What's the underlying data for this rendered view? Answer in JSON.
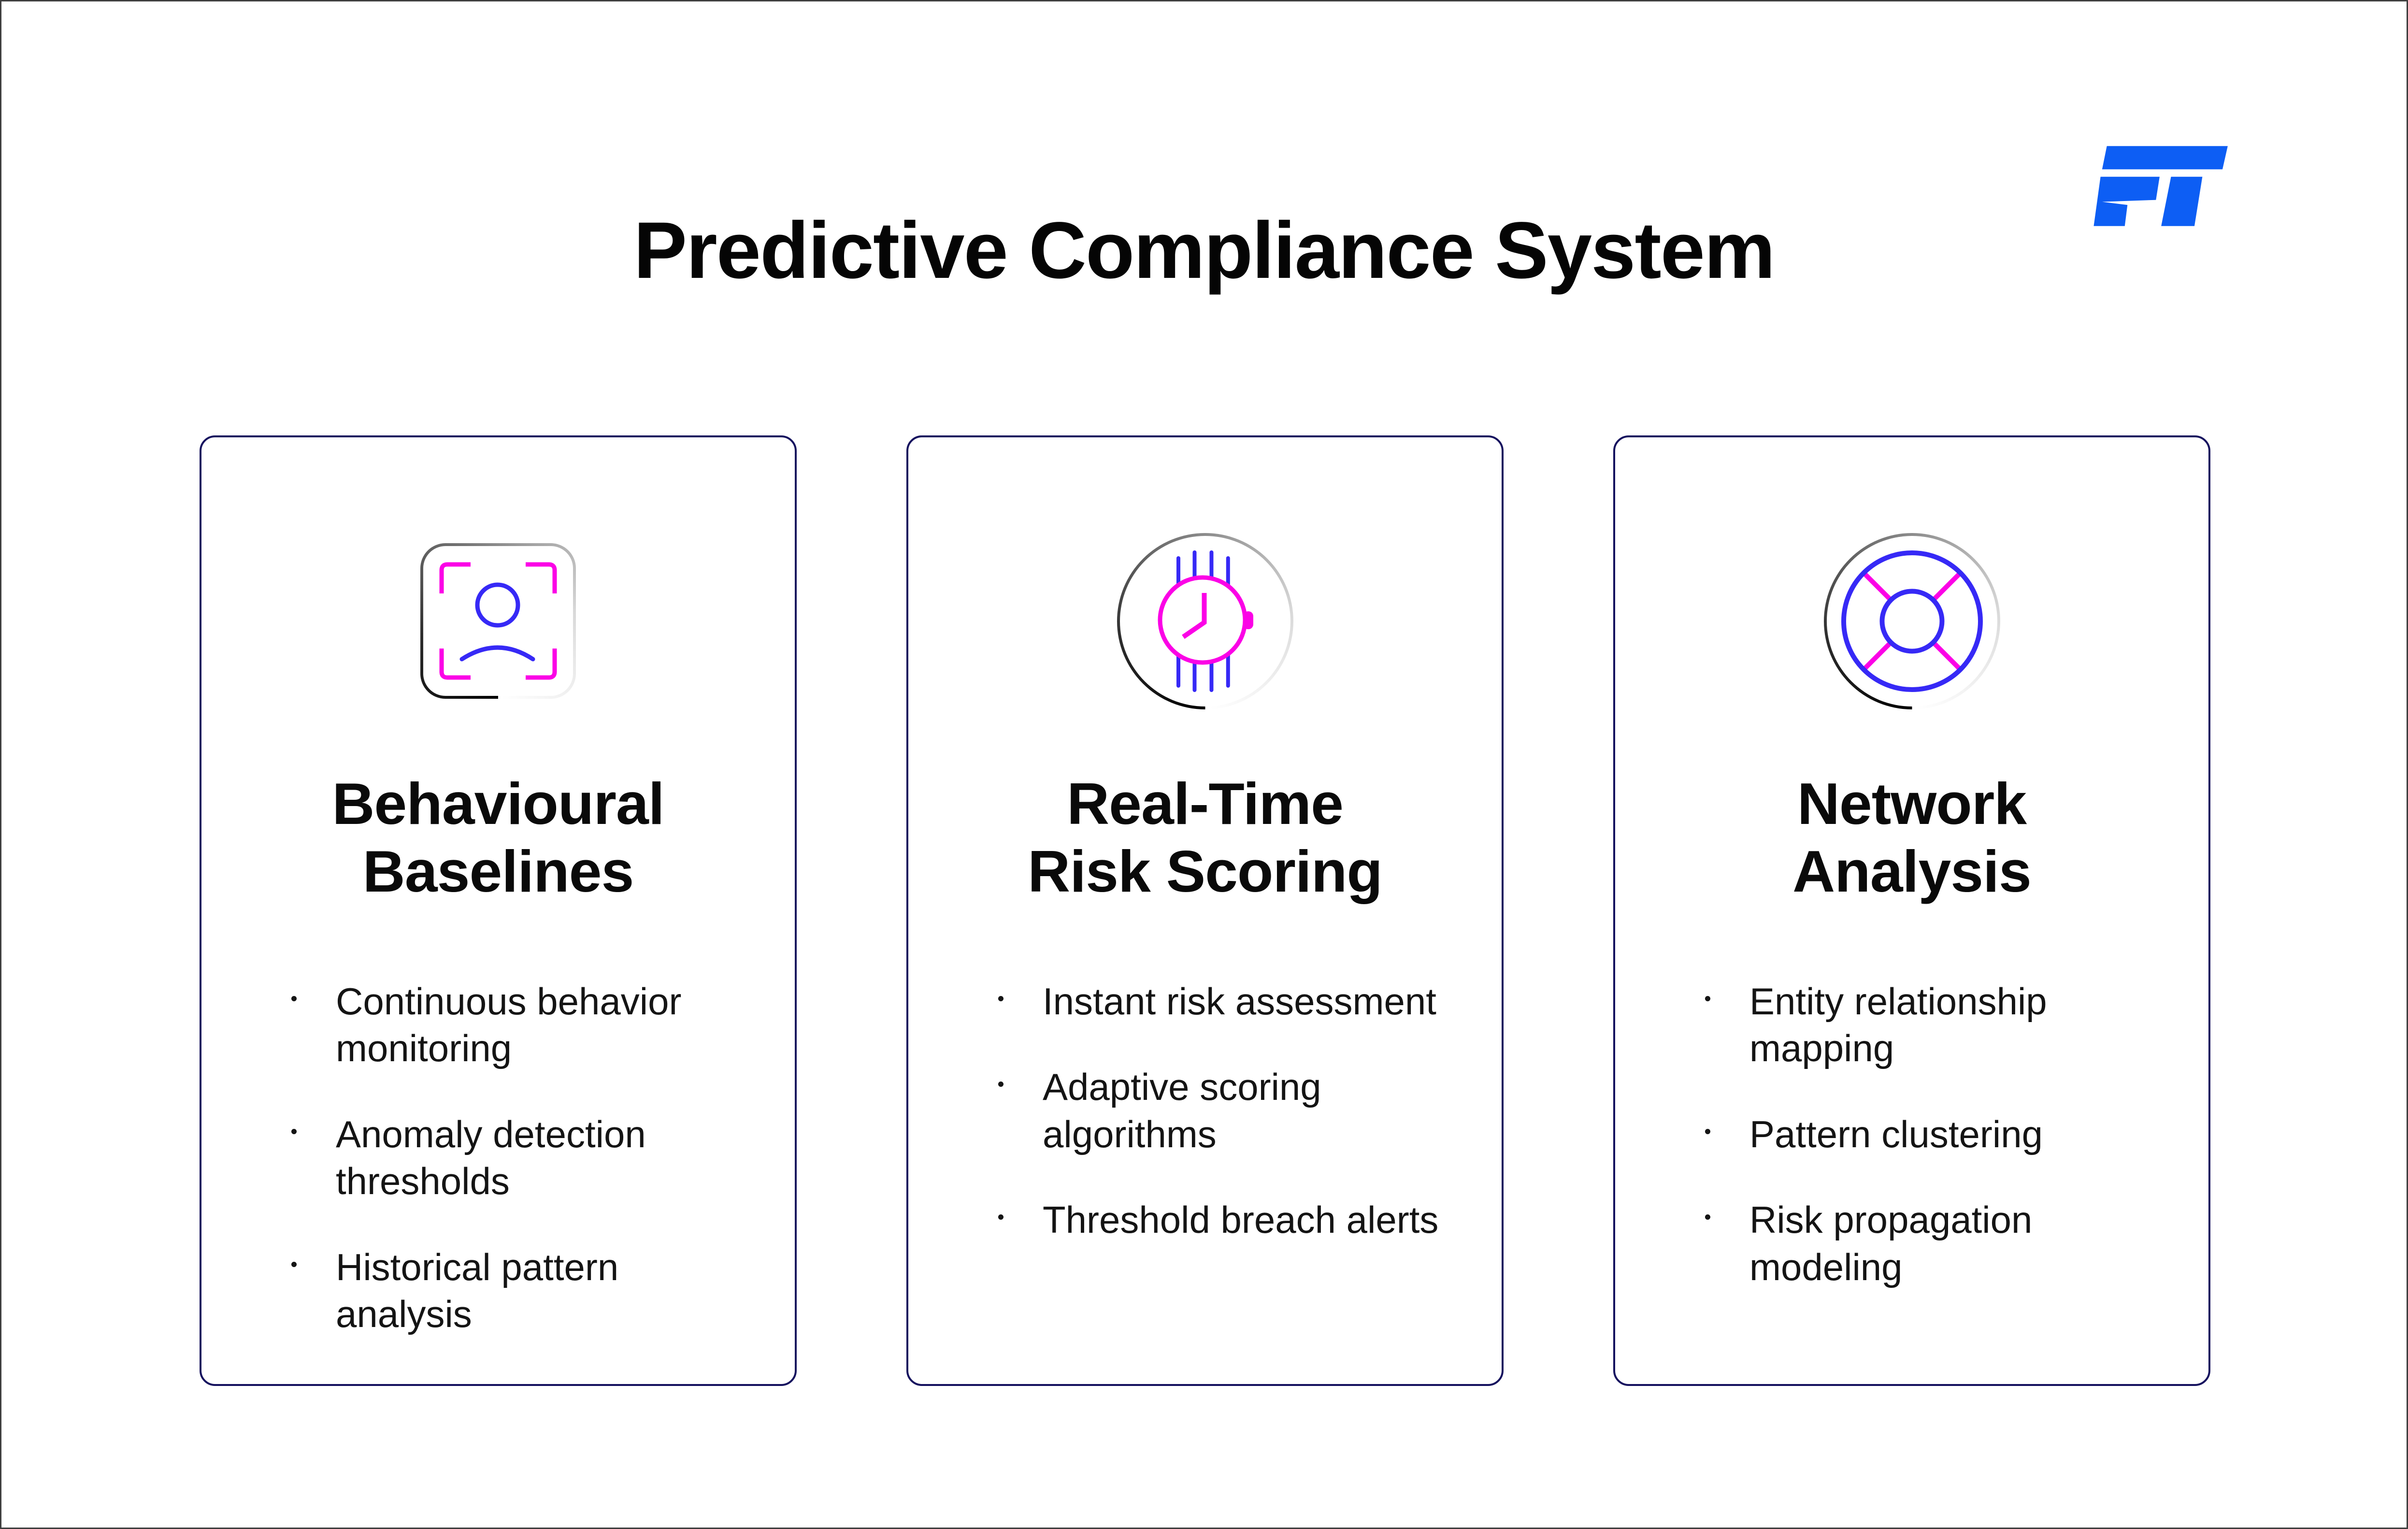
{
  "page": {
    "title": "Predictive Compliance System"
  },
  "logo": {
    "label": "FT logo",
    "color": "#0d5ef4"
  },
  "colors": {
    "magenta": "#fb02e6",
    "icon_blue": "#3629f6",
    "card_border": "#14105e",
    "frame_border": "#3f3f3f",
    "text": "#0a0a0a"
  },
  "cards": [
    {
      "icon": "face-scan",
      "title": "Behavioural\nBaselines",
      "bullets": [
        "Continuous behavior\nmonitoring",
        "Anomaly detection\nthresholds",
        "Historical pattern\nanalysis"
      ]
    },
    {
      "icon": "wrist-watch",
      "title": "Real-Time\nRisk Scoring",
      "bullets": [
        "Instant risk assessment",
        "Adaptive scoring\nalgorithms",
        "Threshold breach alerts"
      ]
    },
    {
      "icon": "lifebuoy",
      "title": "Network\nAnalysis",
      "bullets": [
        "Entity relationship\nmapping",
        "Pattern clustering",
        "Risk propagation\nmodeling"
      ]
    }
  ]
}
